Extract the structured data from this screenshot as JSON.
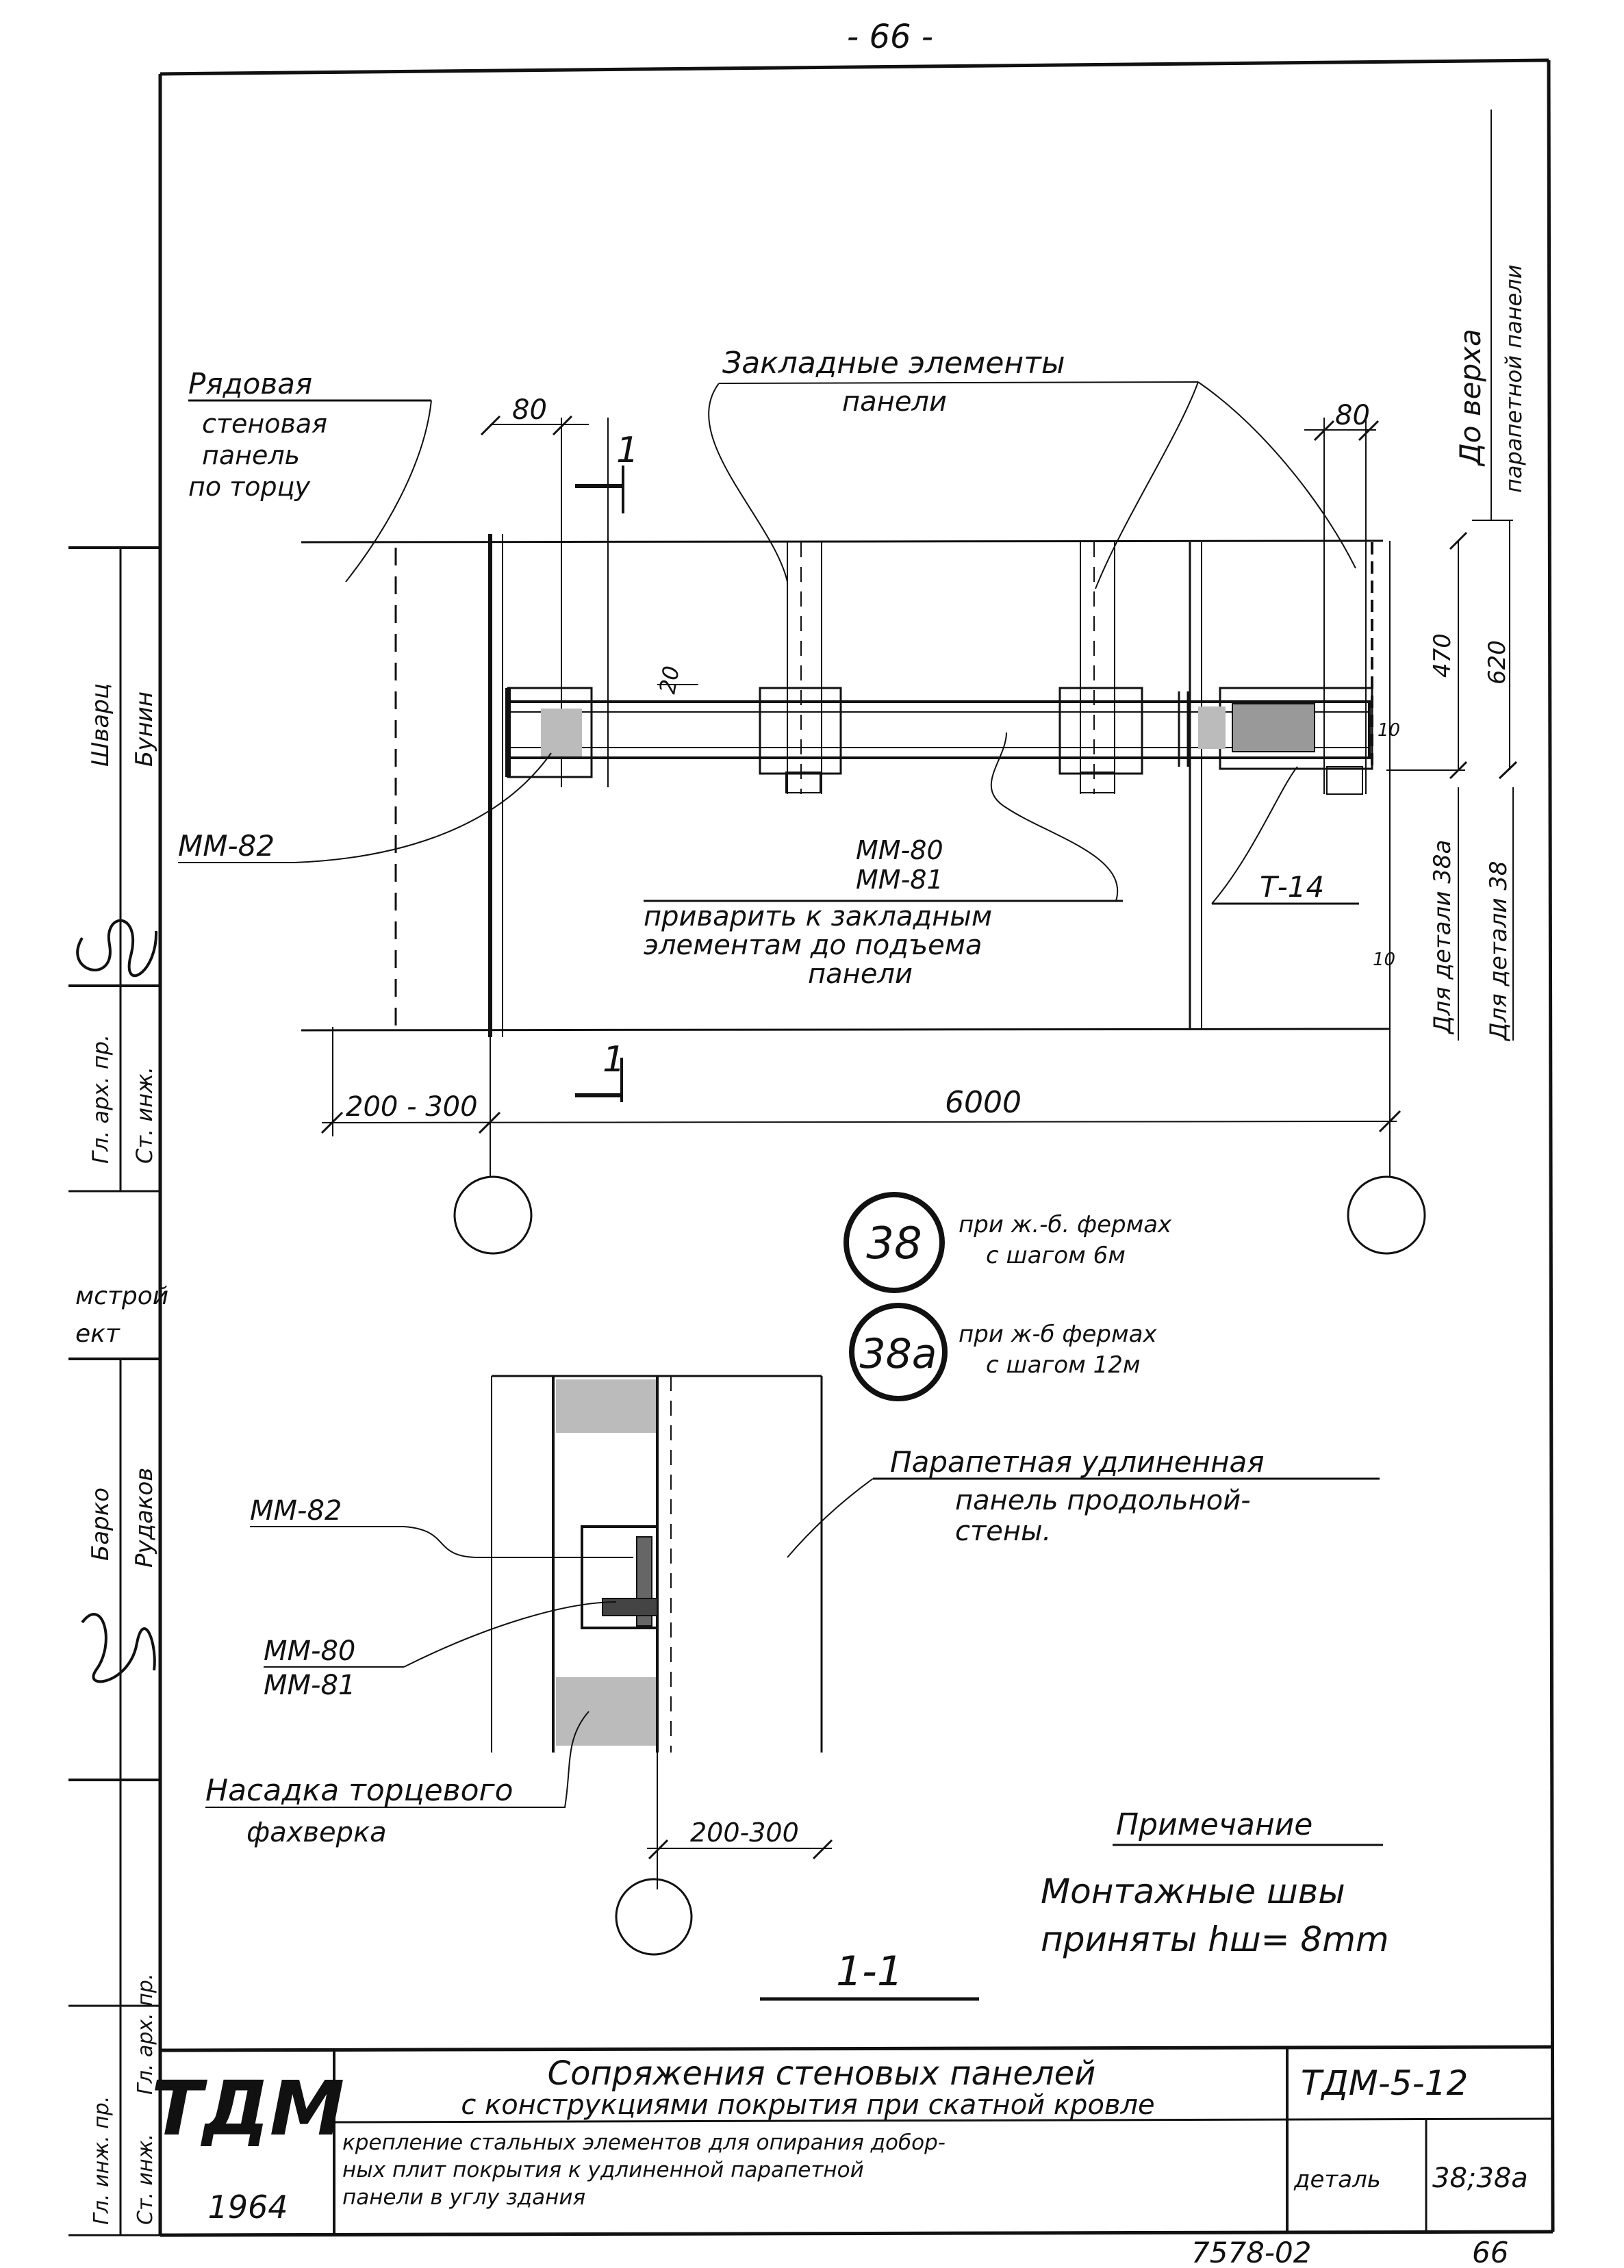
{
  "page_number": "- 66 -",
  "plan": {
    "label_row_panel": [
      "Рядовая",
      "стеновая",
      "панель",
      "по торцу"
    ],
    "label_embedded": [
      "Закладные элементы",
      "панели"
    ],
    "dim_80_left": "80",
    "dim_80_right": "80",
    "dim_20": "20",
    "dim_470": "470",
    "dim_620": "620",
    "dim_10_top": "10",
    "dim_10_bottom": "10",
    "dim_200_300": "200 - 300",
    "dim_6000": "6000",
    "section_mark": "1",
    "label_mm82": "ММ-82",
    "label_mm80_81": [
      "ММ-80",
      "ММ-81"
    ],
    "label_weld": [
      "приварить к закладным",
      "элементам до подъема",
      "панели"
    ],
    "label_t14": "Т-14",
    "vertical_top": "До верха",
    "vertical_top_2": "парапетной панели",
    "vertical_detail_38a": "Для детали 38a",
    "vertical_detail_38": "Для детали 38"
  },
  "detail_callouts": [
    {
      "number": "38",
      "text": [
        "при ж.-б. фермах",
        "с шагом 6м"
      ]
    },
    {
      "number": "38a",
      "text": [
        "при ж-б фермах",
        "с шагом 12м"
      ]
    }
  ],
  "section": {
    "label_mm82": "ММ-82",
    "label_mm80": "ММ-80",
    "label_mm81": "ММ-81",
    "label_parapet": [
      "Парапетная удлиненная",
      "панель продольной-",
      "стены."
    ],
    "label_nasadka": [
      "Насадка торцевого",
      "фахверка"
    ],
    "dim_200_300": "200-300",
    "title": "1-1"
  },
  "note": {
    "heading": "Примечание",
    "lines": [
      "Монтажные швы",
      "приняты  hш= 8mm"
    ]
  },
  "title_block": {
    "logo": "ТДМ",
    "year": "1964",
    "title_1": "Сопряжения стеновых панелей",
    "title_2": "с конструкциями покрытия при скатной кровле",
    "subtitle": [
      "крепление стальных элементов для опирания добор-",
      "ных плит покрытия к удлиненной парапетной",
      "панели в углу здания"
    ],
    "code": "ТДМ-5-12",
    "detail_label": "деталь",
    "detail_value": "38;38a",
    "footer_number": "7578-02",
    "footer_page": "66"
  },
  "side_stamp": {
    "cells": [
      "Шварц",
      "Бунин",
      "Гл. арх. пр.",
      "Ст. инж.",
      "мстрой",
      "ект",
      "Барко",
      "Рудаков",
      "Гл. инж. пр.",
      "Гл. арх. пр.",
      "Ст. инж."
    ]
  }
}
